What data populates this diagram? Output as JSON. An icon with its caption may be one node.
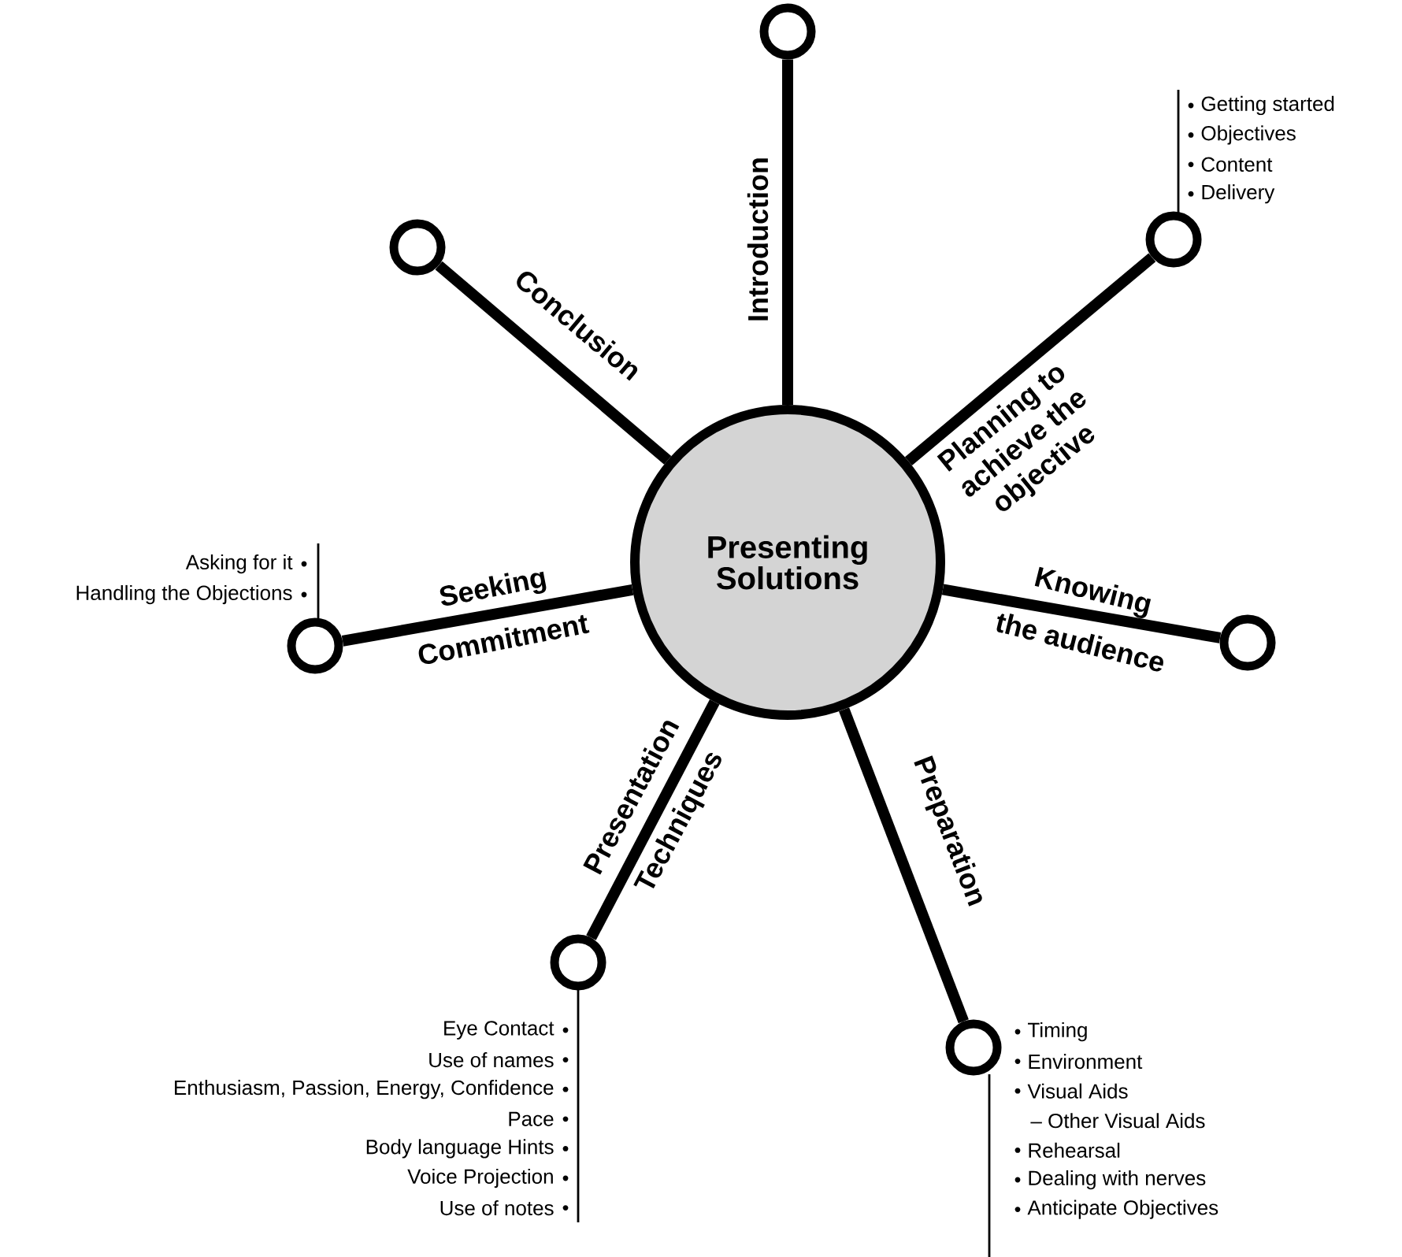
{
  "diagram": {
    "nodes": [
      {
        "text": [
          "Presenting Solutions"
        ]
      },
      {
        "text": [],
        "shape": "circle"
      },
      {
        "text": [],
        "shape": "circle",
        "beside": [
          "Getting started",
          "Objectives",
          "Content",
          "Delivery"
        ]
      },
      {
        "text": [],
        "shape": "circle"
      },
      {
        "text": [],
        "shape": "circle",
        "beside": [
          "Timing",
          "Environment",
          "Visual Aids",
          "– Other Visual Aids",
          "Rehearsal",
          "Dealing with nerves",
          "Anticipate Objectives"
        ]
      },
      {
        "text": [],
        "shape": "circle",
        "beside": [
          "Eye Contact",
          "Use of names",
          "Enthusiasm, Passion, Energy, Confidence",
          "Pace",
          "Body language Hints",
          "Voice Projection",
          "Use of notes"
        ]
      },
      {
        "text": [],
        "shape": "circle",
        "beside": [
          "Asking for it",
          "Handling the Objections"
        ]
      },
      {
        "text": [],
        "shape": "circle"
      }
    ],
    "edges": [
      {
        "from": 0,
        "to": 1,
        "arrow": "none",
        "label": "Introduction"
      },
      {
        "from": 0,
        "to": 2,
        "arrow": "none",
        "label": "Planning to achieve the objective"
      },
      {
        "from": 0,
        "to": 3,
        "arrow": "none",
        "label": "Knowing the audience"
      },
      {
        "from": 0,
        "to": 4,
        "arrow": "none",
        "label": "Preparation"
      },
      {
        "from": 0,
        "to": 5,
        "arrow": "none",
        "label": "Presentation Techniques"
      },
      {
        "from": 0,
        "to": 6,
        "arrow": "none",
        "label": "Seeking Commitment"
      },
      {
        "from": 0,
        "to": 7,
        "arrow": "none",
        "label": "Conclusion"
      }
    ]
  }
}
